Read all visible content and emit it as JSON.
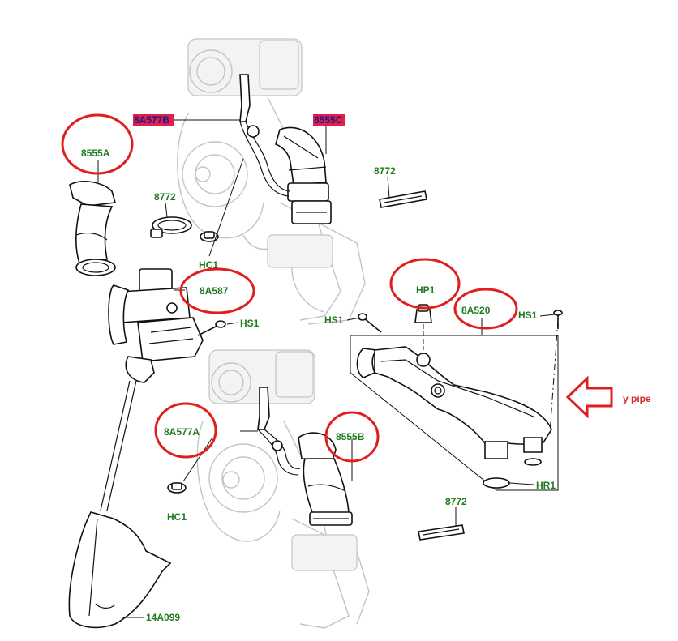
{
  "callouts": {
    "c_8A577B": "8A577B",
    "c_8555C": "8555C",
    "c_8555A": "8555A",
    "c_8772_top": "8772",
    "c_8772_left": "8772",
    "c_HC1_top": "HC1",
    "c_8A587": "8A587",
    "c_HS1_left": "HS1",
    "c_HP1": "HP1",
    "c_8A520": "8A520",
    "c_HS1_mid": "HS1",
    "c_HS1_right": "HS1",
    "c_8A577A": "8A577A",
    "c_8555B": "8555B",
    "c_HR1": "HR1",
    "c_8772_bottom": "8772",
    "c_HC1_bottom": "HC1",
    "c_14A099": "14A099"
  },
  "annotation": {
    "text": "y pipe"
  },
  "colors": {
    "label_green": "#1f7a1f",
    "highlight_bg": "#e0204a",
    "highlight_text": "#1a1a8c",
    "annotation_red": "#d42a2a",
    "ghost_gray": "#c4c4c4"
  }
}
